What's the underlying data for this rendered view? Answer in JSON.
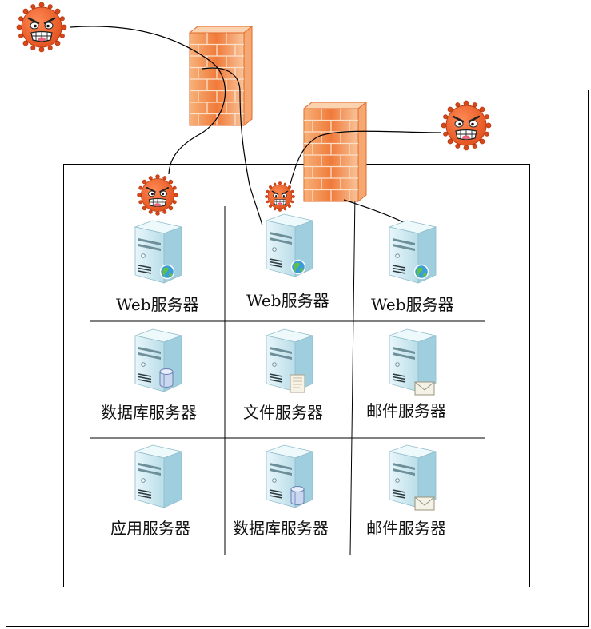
{
  "servers": [
    {
      "label": "Web服务器",
      "badge": "globe"
    },
    {
      "label": "Web服务器",
      "badge": "globe"
    },
    {
      "label": "Web服务器",
      "badge": "globe"
    },
    {
      "label": "数据库服务器",
      "badge": "database"
    },
    {
      "label": "文件服务器",
      "badge": "file"
    },
    {
      "label": "邮件服务器",
      "badge": "envelope"
    },
    {
      "label": "应用服务器",
      "badge": "none"
    },
    {
      "label": "数据库服务器",
      "badge": "database"
    },
    {
      "label": "邮件服务器",
      "badge": "envelope"
    }
  ],
  "colors": {
    "virus": "#f0602a",
    "firewall": "#f07a3a",
    "server": "#cfe8f0"
  }
}
